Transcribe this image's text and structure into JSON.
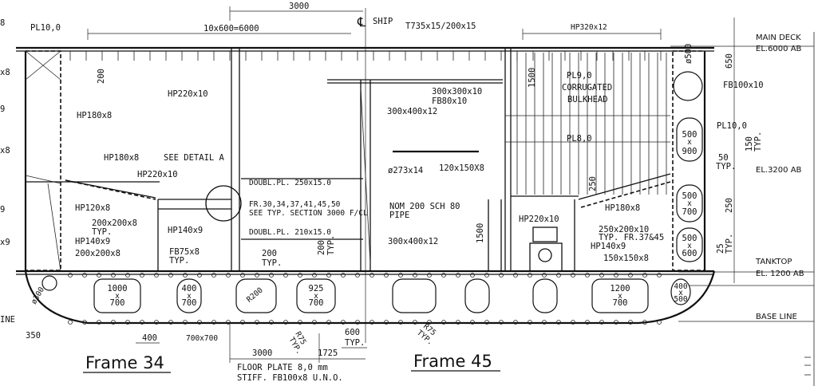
{
  "labels": {
    "pl10_left": "PL10,0",
    "dim_3000_top": "3000",
    "centerline_ship": "SHIP",
    "t735": "T735x15/200x15",
    "hp320": "HP320x12",
    "main_deck": "MAIN DECK",
    "el6000": "EL.6000 AB",
    "dim_8": "8",
    "dim_10x600": "10x600=6000",
    "dim_x8": "x8",
    "dim_200_v": "200",
    "dim_9": "9",
    "hp220_upper": "HP220x10",
    "hp180_left": "HP180x8",
    "dim_x8b": "x8",
    "hp180_b": "HP180x8",
    "see_detail": "SEE DETAIL A",
    "hp220_mid": "HP220x10",
    "dim_9b": "9",
    "hp120": "HP120x8",
    "dim_200x200_a": "200x200x8",
    "typ_a": "TYP.",
    "dim_x9": "x9",
    "hp140_left": "HP140x9",
    "dim_200x200_b": "200x200x8",
    "hp140_mid": "HP140x9",
    "fb75": "FB75x8",
    "typ_b": "TYP.",
    "doubl_250": "DOUBL.PL. 250x15.0",
    "fr_list": "FR.30,34,37,41,45,50",
    "see_typ": "SEE TYP. SECTION 3000 F/CL",
    "doubl_210": "DOUBL.PL. 210x15.0",
    "dim_200_h": "200",
    "typ_c": "TYP.",
    "dim_200_v2": "200",
    "typ_d": "TYP.",
    "box300x400_upper": "300x400x12",
    "box300x300": "300x300x10",
    "fb80": "FB80x10",
    "corrugated": "CORRUGATED",
    "bulkhead": "BULKHEAD",
    "pl9": "PL9,0",
    "pl8": "PL8,0",
    "dim_1500_a": "1500",
    "dim_650": "650",
    "dim_o500": "ø500",
    "fb100": "FB100x10",
    "pl10_right": "PL10,0",
    "dim_150": "150",
    "typ_e": "TYP.",
    "dim_50": "50",
    "typ_f": "TYP.",
    "el3200": "EL.3200 AB",
    "pipe_273": "ø273x14",
    "dim_120x150": "120x150X8",
    "nom_200": "NOM 200 SCH 80",
    "pipe": "PIPE",
    "dim_250_v": "250",
    "hp180_right": "HP180x8",
    "hp220_low": "HP220x10",
    "dim_1500_b": "1500",
    "dim_250x200": "250x200x10",
    "typ_fr": "TYP. FR.37&45",
    "hp140_right": "HP140x9",
    "dim_150x150": "150x150x8",
    "box300x400_lower": "300x400x12",
    "dim_250_r": "250",
    "dim_25": "25",
    "typ_g": "TYP.",
    "tanktop": "TANKTOP",
    "el1200": "EL. 1200 AB",
    "base_line": "BASE LINE",
    "dim_ine": "INE",
    "dim_o300": "ø300",
    "dim_350": "350",
    "dim_400": "400",
    "dim_700x700": "700x700",
    "dim_3000_bot": "3000",
    "dim_1725": "1725",
    "dim_600": "600",
    "typ_h": "TYP.",
    "r75_a": "R75",
    "typ_i": "TYP.",
    "r75_b": "R75",
    "typ_j": "TYP.",
    "floor_plate": "FLOOR PLATE 8,0 mm",
    "stiff": "STIFF. FB100x8 U.N.O.",
    "frame34": "Frame 34",
    "frame45": "Frame 45",
    "dim_r200": "R200"
  },
  "manholes": {
    "m1_a": "1000",
    "m1_b": "x",
    "m1_c": "700",
    "m2_a": "400",
    "m2_b": "x",
    "m2_c": "700",
    "m3_a": "925",
    "m3_b": "x",
    "m3_c": "700",
    "m4_a": "1200",
    "m4_b": "x",
    "m4_c": "700",
    "m5_a": "400",
    "m5_b": "x",
    "m5_c": "500",
    "r1_a": "500",
    "r1_b": "x",
    "r1_c": "900",
    "r2_a": "500",
    "r2_b": "x",
    "r2_c": "700",
    "r3_a": "500",
    "r3_b": "x",
    "r3_c": "600"
  }
}
